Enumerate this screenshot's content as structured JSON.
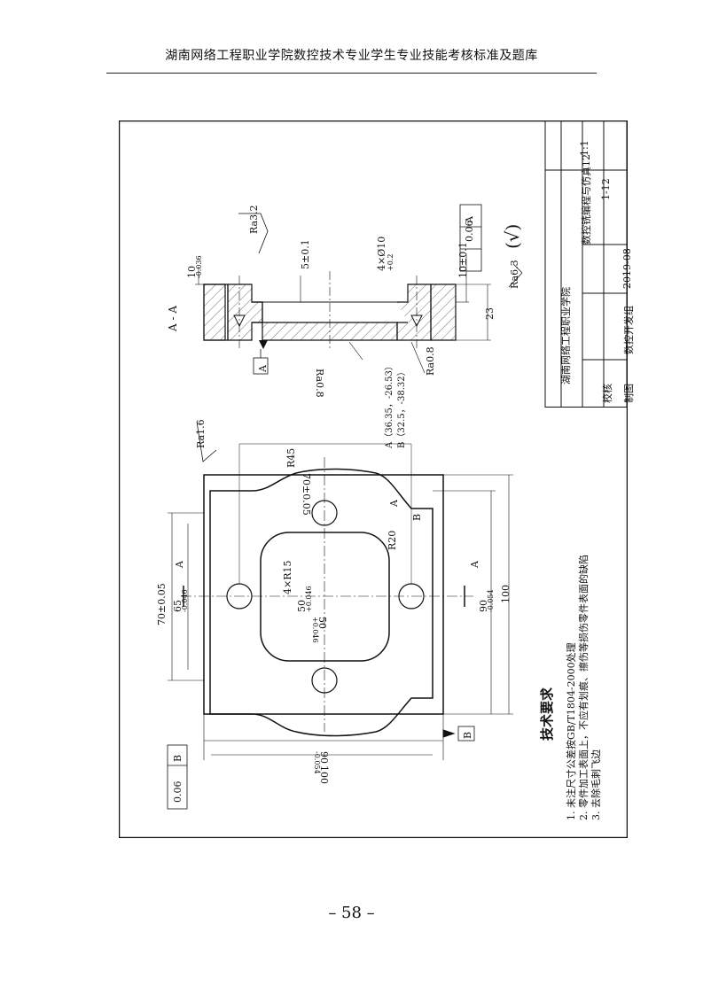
{
  "header": {
    "title": "湖南网络工程职业学院数控技术专业学生专业技能考核标准及题库"
  },
  "drawing": {
    "title_block": {
      "scale": "1:1",
      "drawing_name": "数控铣编程与仿真12",
      "drawing_no": "1-12",
      "drawn_label": "制图",
      "drawn_by": "数控开发组",
      "date": "2019-08",
      "check_label": "校核",
      "school": "湖南网络工程职业学院"
    },
    "section": {
      "title": "A - A",
      "roughness_top": "Ra3.2",
      "depth_5": "5±0.1",
      "holes": "4×Ø10",
      "holes_tol": "+0.2",
      "dim_10": "10",
      "dim_10_tol": "-0.036",
      "dim_10b": "10±0.1",
      "dim_23": "23",
      "flatness_value": "0.06",
      "flatness_datum": "A",
      "roughness_general": "Ra6.3",
      "roughness_general_sym": "(√)",
      "roughness_08a": "Ra0.8",
      "roughness_08b": "Ra0.8",
      "datum_a": "A"
    },
    "plan": {
      "point_a": "A（36.35，-26.53）",
      "point_b": "B（32.5，-38.32）",
      "roughness_top": "Ra1.6",
      "radius_45": "R45",
      "dim_70": "70±0.05",
      "radius_20": "R20",
      "radius_15": "4×R15",
      "pocket_50v": "50",
      "pocket_50v_tol": "+0.046",
      "pocket_50h": "50",
      "pocket_50h_tol": "+0.046",
      "dim_70v": "70±0.05",
      "dim_65": "65",
      "dim_65_tol": "-0.046",
      "dim_90v": "90",
      "dim_90v_tol": "-0.054",
      "dim_100v": "100",
      "dim_90h": "90",
      "dim_90h_tol": "-0.054",
      "dim_100h": "100",
      "label_a": "A",
      "label_b": "B",
      "cut_a": "A",
      "datum_b": "B",
      "parallel_value": "0.06",
      "parallel_datum": "B"
    },
    "tech": {
      "title": "技术要求",
      "items": [
        "1. 未注尺寸公差按GB/T1804-2000处理",
        "2. 零件加工表面上，不应有划痕、擦伤等损伤零件表面的缺陷",
        "3. 去除毛刺飞边"
      ]
    }
  },
  "footer": {
    "page": "– 58 –"
  }
}
